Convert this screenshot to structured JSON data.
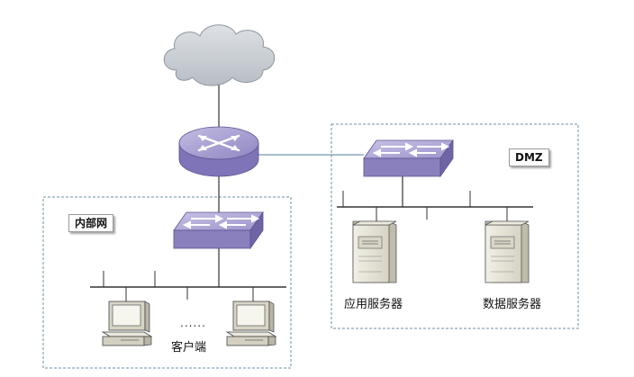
{
  "labels": {
    "internal_zone": "内部网",
    "dmz_zone": "DMZ",
    "app_server": "应用服务器",
    "data_server": "数据服务器",
    "clients": "客户端",
    "ellipsis": "......"
  },
  "colors": {
    "device_top": "#b7b0d8",
    "device_side": "#8a80bd",
    "zone_border": "#6e8fa6",
    "cloud_fill": "#c8cdd2",
    "link": "#333333",
    "dmz_link": "#4f7f9a",
    "server_fill": "#e6e4d9",
    "pc_fill": "#f0eee4"
  },
  "icons": [
    "cloud-icon",
    "router-icon",
    "switch-icon",
    "server-icon",
    "computer-icon"
  ]
}
